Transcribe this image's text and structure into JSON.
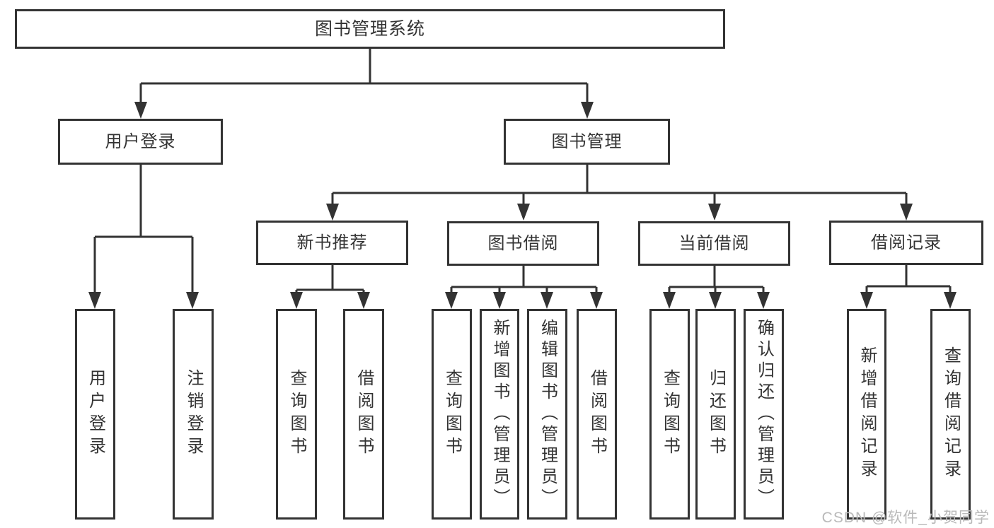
{
  "diagram_title": "图书管理系统",
  "colors": {
    "line": "#333333",
    "text": "#333333",
    "box_background": "#ffffff",
    "page_background": "#ffffff",
    "watermark": "#b9b9b9"
  },
  "nodes": {
    "root": "图书管理系统",
    "user_login": "用户登录",
    "book_mgmt": "图书管理",
    "new_books": "新书推荐",
    "borrow": "图书借阅",
    "current": "当前借阅",
    "records": "借阅记录",
    "leaf_user_login": "用户登录",
    "leaf_logout": "注销登录",
    "nb_query": "查询图书",
    "nb_borrow": "借阅图书",
    "bw_query": "查询图书",
    "bw_add": "新增图书（管理员）",
    "bw_edit": "编辑图书（管理员）",
    "bw_borrow": "借阅图书",
    "cur_query": "查询图书",
    "cur_return": "归还图书",
    "cur_confirm": "确认归还（管理员）",
    "rec_add": "新增借阅记录",
    "rec_query": "查询借阅记录"
  },
  "structure": {
    "label": "图书管理系统",
    "children": [
      {
        "label": "用户登录",
        "children": [
          {
            "label": "用户登录"
          },
          {
            "label": "注销登录"
          }
        ]
      },
      {
        "label": "图书管理",
        "children": [
          {
            "label": "新书推荐",
            "children": [
              {
                "label": "查询图书"
              },
              {
                "label": "借阅图书"
              }
            ]
          },
          {
            "label": "图书借阅",
            "children": [
              {
                "label": "查询图书"
              },
              {
                "label": "新增图书（管理员）"
              },
              {
                "label": "编辑图书（管理员）"
              },
              {
                "label": "借阅图书"
              }
            ]
          },
          {
            "label": "当前借阅",
            "children": [
              {
                "label": "查询图书"
              },
              {
                "label": "归还图书"
              },
              {
                "label": "确认归还（管理员）"
              }
            ]
          },
          {
            "label": "借阅记录",
            "children": [
              {
                "label": "新增借阅记录"
              },
              {
                "label": "查询借阅记录"
              }
            ]
          }
        ]
      }
    ]
  },
  "watermark": {
    "text": "CSDN @软件_小贺同学"
  }
}
